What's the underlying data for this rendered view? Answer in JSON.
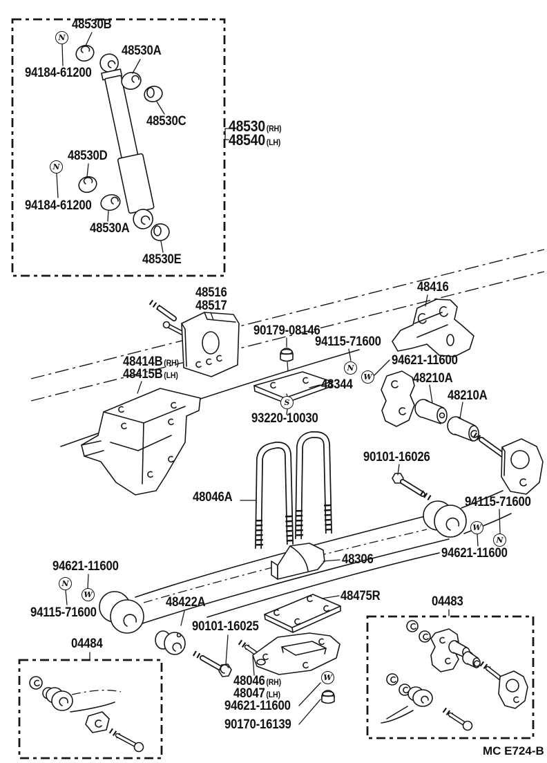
{
  "letters": {
    "nut": "N",
    "washer": "W",
    "screw": "S"
  },
  "labels": {
    "shock_grommet_b": "48530B",
    "shock_nut_upper": "94184-61200",
    "shock_cushion_a_upper": "48530A",
    "shock_retainer_c": "48530C",
    "shock_rh": "48530",
    "shock_rh_side": "(RH)",
    "shock_lh": "48540",
    "shock_lh_side": "(LH)",
    "shock_grommet_d": "48530D",
    "shock_nut_lower": "94184-61200",
    "shock_cushion_a_lower": "48530A",
    "shock_retainer_e": "48530E",
    "front_pin_1": "48516",
    "front_pin_2": "48517",
    "rear_hanger": "48416",
    "nut_90179": "90179-08146",
    "nut_94115_top": "94115-71600",
    "washer_94621_top": "94621-11600",
    "front_bracket_rh": "48414B",
    "front_bracket_rh_side": "(RH)",
    "front_bracket_lh": "48415B",
    "front_bracket_lh_side": "(LH)",
    "spacer_48344": "48344",
    "screw_93220": "93220-10030",
    "bushing_48210a_1": "48210A",
    "bushing_48210a_2": "48210A",
    "bolt_90101_16026": "90101-16026",
    "ubolt_48046a": "48046A",
    "nut_94115_right": "94115-71600",
    "washer_94621_right": "94621-11600",
    "seat_48306": "48306",
    "washer_94621_left": "94621-11600",
    "nut_94115_left": "94115-71600",
    "bushing_48422a": "48422A",
    "plate_48475r": "48475R",
    "kit_04483": "04483",
    "kit_04484": "04484",
    "bolt_90101_16025": "90101-16025",
    "cap_48046": "48046",
    "cap_48046_side": "(RH)",
    "cap_48047": "48047",
    "cap_48047_side": "(LH)",
    "washer_94621_bottom": "94621-11600",
    "nut_90170": "90170-16139",
    "figure_code": "MC E724-B"
  }
}
